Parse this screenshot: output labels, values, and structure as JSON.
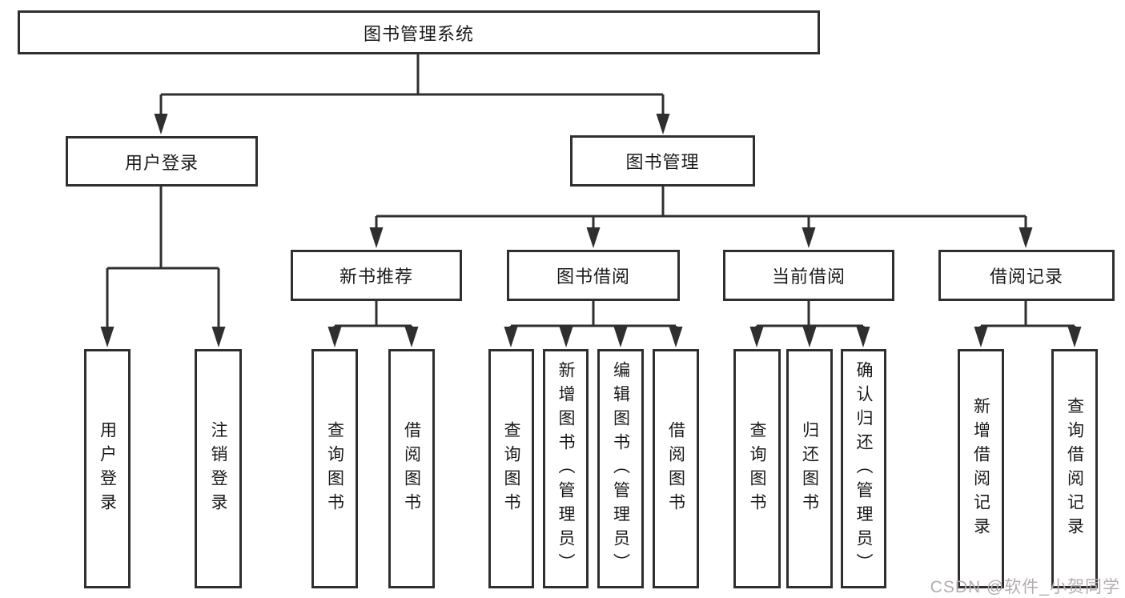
{
  "diagram": {
    "title": "图书管理系统",
    "colors": {
      "line": "#2f2f2f",
      "text": "#1a1a1a",
      "watermark": "#b5adad",
      "background": "#ffffff"
    },
    "root": {
      "label": "图书管理系统"
    },
    "level2": [
      {
        "label": "用户登录"
      },
      {
        "label": "图书管理"
      }
    ],
    "level3": [
      {
        "label": "新书推荐"
      },
      {
        "label": "图书借阅"
      },
      {
        "label": "当前借阅"
      },
      {
        "label": "借阅记录"
      }
    ],
    "leaves": [
      {
        "label": "用户登录",
        "parent": "用户登录"
      },
      {
        "label": "注销登录",
        "parent": "用户登录"
      },
      {
        "label": "查询图书",
        "parent": "新书推荐"
      },
      {
        "label": "借阅图书",
        "parent": "新书推荐"
      },
      {
        "label": "查询图书",
        "parent": "图书借阅"
      },
      {
        "label": "新增图书（管理员）",
        "parent": "图书借阅"
      },
      {
        "label": "编辑图书（管理员）",
        "parent": "图书借阅"
      },
      {
        "label": "借阅图书",
        "parent": "图书借阅"
      },
      {
        "label": "查询图书",
        "parent": "当前借阅"
      },
      {
        "label": "归还图书",
        "parent": "当前借阅"
      },
      {
        "label": "确认归还（管理员）",
        "parent": "当前借阅"
      },
      {
        "label": "新增借阅记录",
        "parent": "借阅记录"
      },
      {
        "label": "查询借阅记录",
        "parent": "借阅记录"
      }
    ],
    "watermark": "CSDN @软件_小贺同学"
  }
}
